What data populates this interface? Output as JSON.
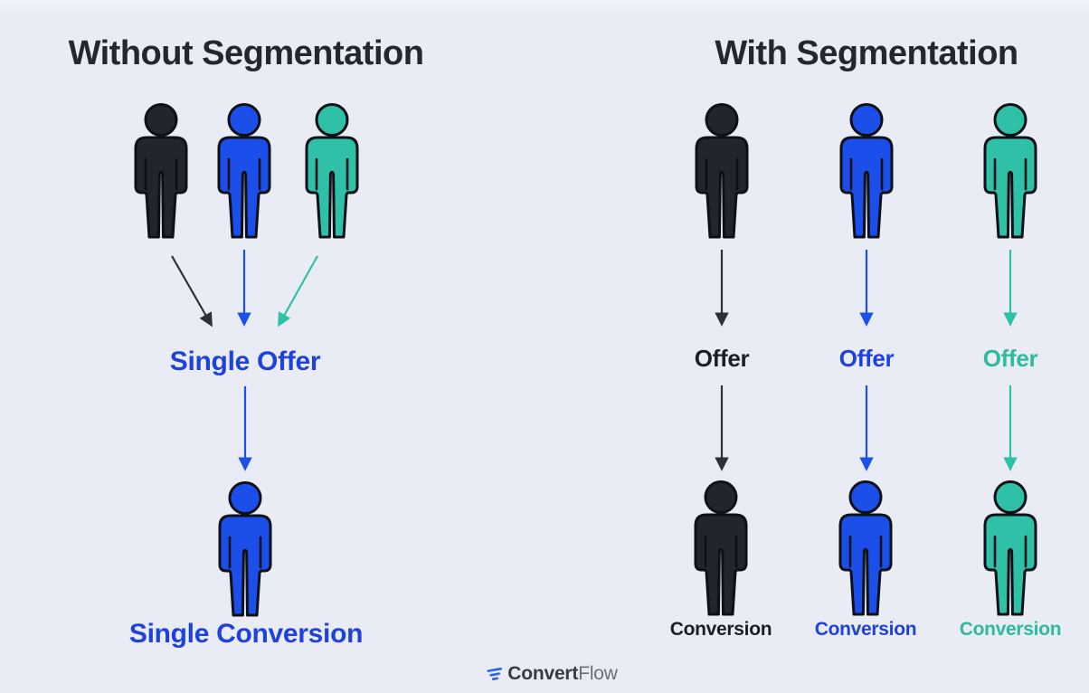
{
  "left_panel": {
    "title": "Without Segmentation",
    "offer_label": "Single Offer",
    "conversion_label": "Single Conversion"
  },
  "right_panel": {
    "title": "With Segmentation",
    "columns": [
      {
        "segment": "dark",
        "offer_label": "Offer",
        "conversion_label": "Conversion"
      },
      {
        "segment": "blue",
        "offer_label": "Offer",
        "conversion_label": "Conversion"
      },
      {
        "segment": "teal",
        "offer_label": "Offer",
        "conversion_label": "Conversion"
      }
    ]
  },
  "footer": {
    "brand_bold": "Convert",
    "brand_light": "Flow"
  },
  "colors": {
    "bg": "#e9ecf5",
    "text-title": "#23272f",
    "text-dark": "#1b1f26",
    "text-blue": "#1f42dc",
    "text-teal": "#2fba9e",
    "person-dark": "#22262c",
    "person-blue": "#1c4fe9",
    "person-teal": "#2fc1a7",
    "person-outline": "#0d1016",
    "arrow-dark": "#2c3138",
    "arrow-blue": "#1c4fe9",
    "arrow-teal": "#2fc1a7",
    "logo-dark": "#373c44",
    "logo-gray": "#6a7078",
    "logo-blue": "#2e66e2"
  }
}
